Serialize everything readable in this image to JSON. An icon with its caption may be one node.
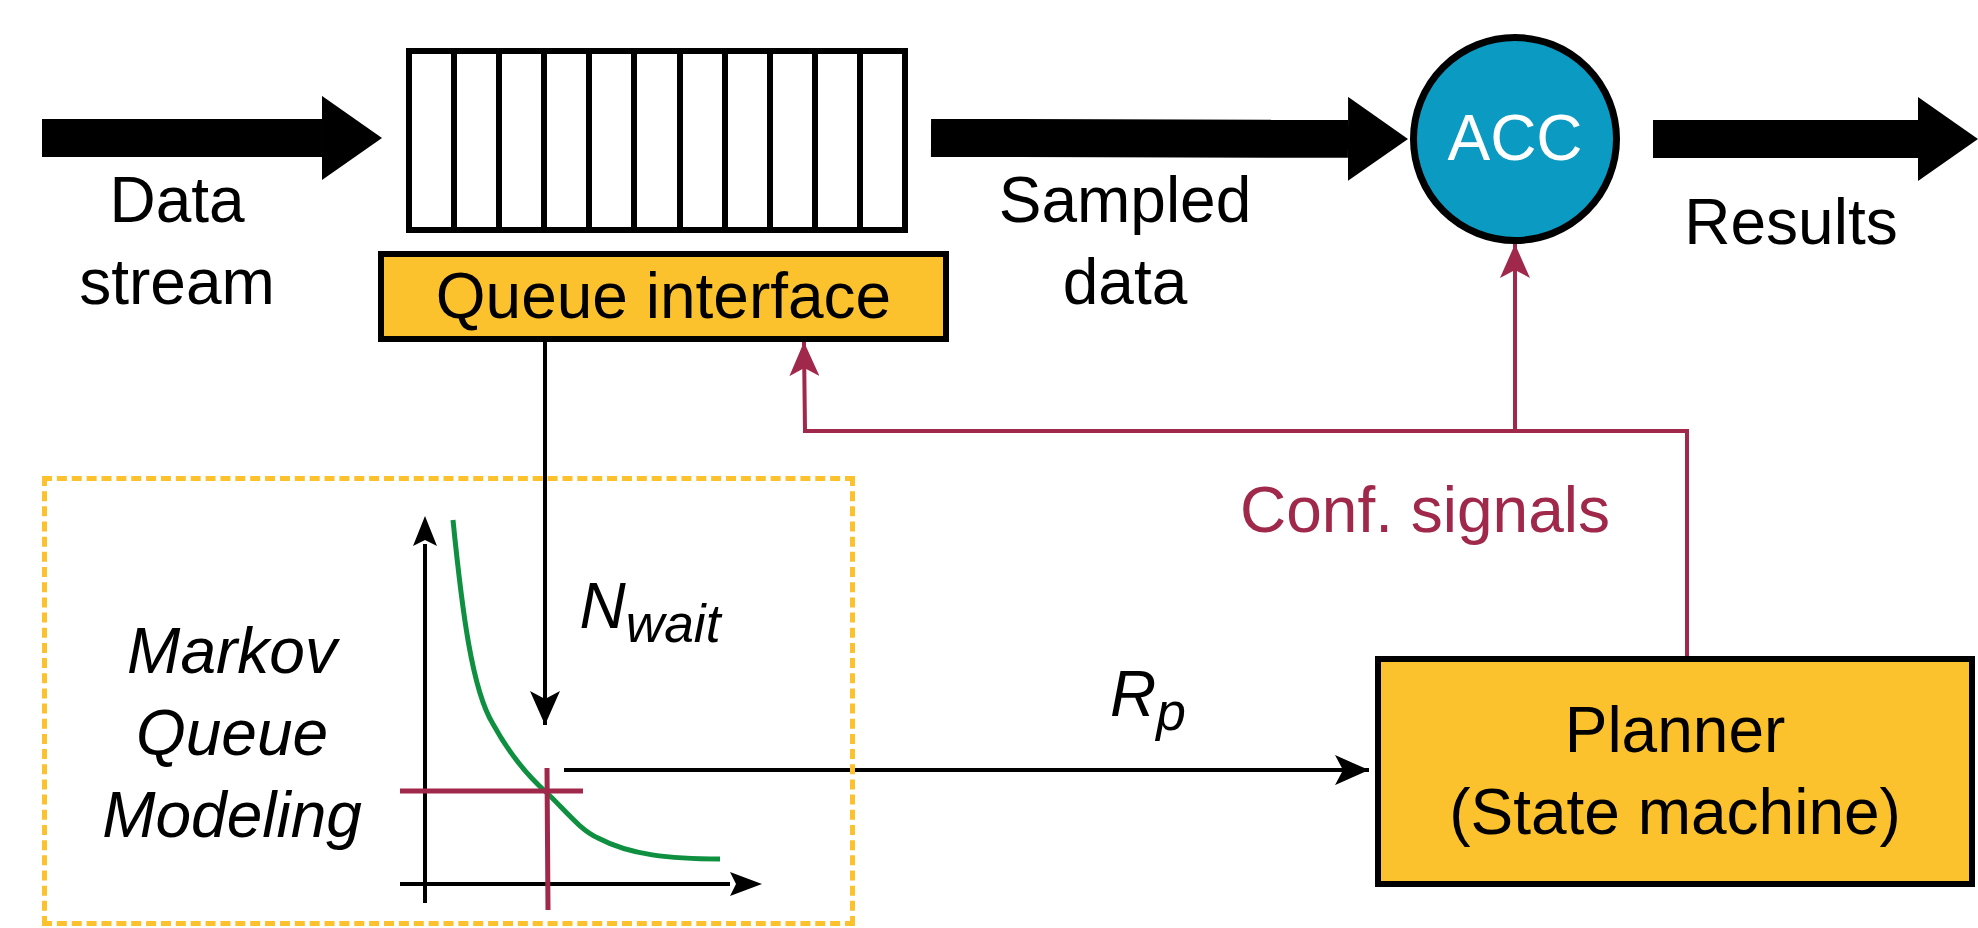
{
  "diagram": {
    "nodes": [
      {
        "text": [],
        "shape": "box"
      },
      {
        "text": [
          "Queue interface"
        ]
      },
      {
        "text": [
          "ACC"
        ]
      },
      {
        "text": [
          "Markov Queue Modeling"
        ]
      },
      {
        "text": [],
        "shape": "picture",
        "in": 3
      },
      {
        "text": [
          "Planner",
          "(State machine)"
        ]
      }
    ],
    "edges": [
      {
        "from": null,
        "to": 0,
        "arrow": "to",
        "style": "thick",
        "label": "Data stream"
      },
      {
        "from": 0,
        "to": 2,
        "arrow": "to",
        "style": "thick",
        "label": "Sampled data"
      },
      {
        "from": 2,
        "to": null,
        "arrow": "to",
        "style": "thick",
        "label": "Results"
      },
      {
        "from": 1,
        "to": 4,
        "arrow": "to",
        "label": "N$_{wait}$"
      },
      {
        "from": 4,
        "to": 5,
        "arrow": "to",
        "label": "R$_{p}$"
      },
      {
        "from": 5,
        "to": 1,
        "arrow": "to",
        "color": "#a0284a",
        "label": "Conf. signals"
      },
      {
        "from": 5,
        "to": 2,
        "arrow": "to",
        "color": "#a0284a"
      }
    ]
  }
}
